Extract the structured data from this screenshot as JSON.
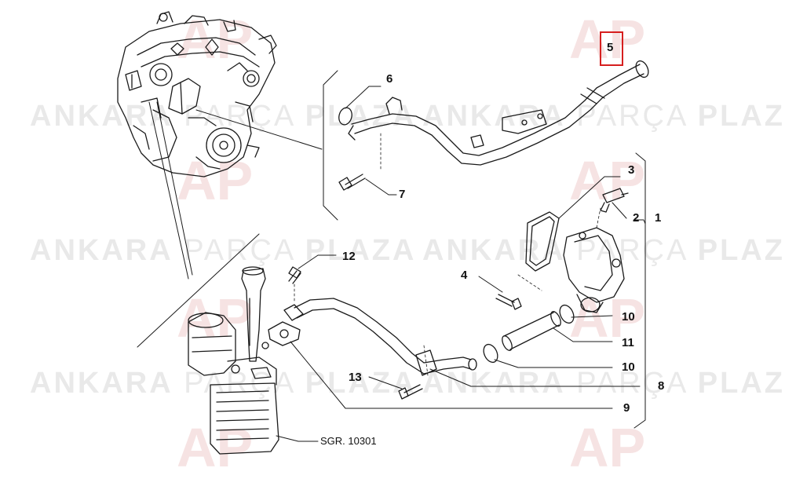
{
  "watermark": {
    "parts": [
      {
        "text": "ANKARA",
        "weight": "bold"
      },
      {
        "text": "PARÇA",
        "weight": "light"
      },
      {
        "text": "PLAZA",
        "weight": "bold"
      }
    ],
    "logo_text": "AP",
    "color": "#e9e9e9",
    "logo_color": "#f6e3e3"
  },
  "diagram": {
    "reference": "SGR. 10301",
    "highlight_color": "#d61f1f",
    "highlighted_part": "5",
    "callouts": [
      "1",
      "2",
      "3",
      "4",
      "5",
      "6",
      "7",
      "8",
      "9",
      "10",
      "10",
      "11",
      "12",
      "13"
    ]
  }
}
